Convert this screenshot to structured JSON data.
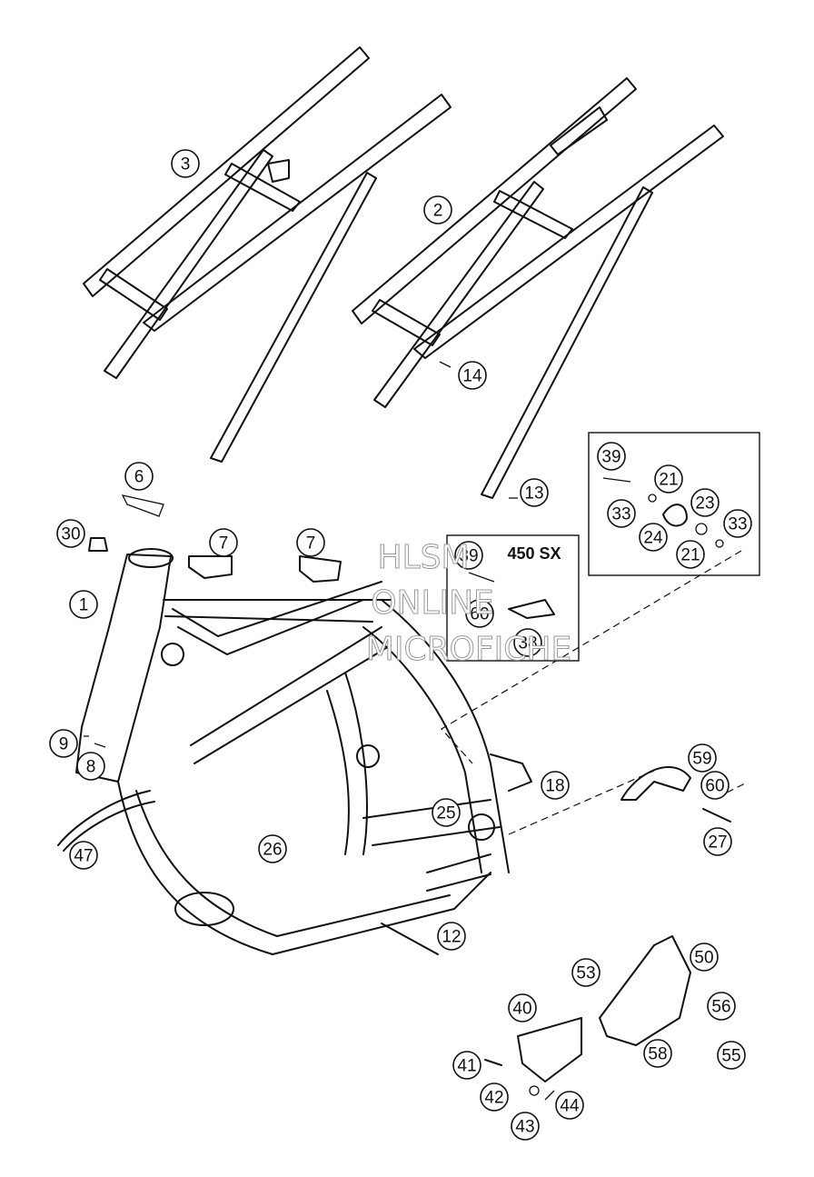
{
  "variant_label": "450 SX",
  "watermark": [
    "HLSM",
    "ONLINE",
    "MICROFICHE"
  ],
  "callouts": [
    "3",
    "2",
    "14",
    "13",
    "39",
    "21",
    "23",
    "33",
    "24",
    "21",
    "33",
    "6",
    "7",
    "7",
    "30",
    "1",
    "39",
    "60",
    "38",
    "9",
    "8",
    "18",
    "25",
    "26",
    "59",
    "60",
    "27",
    "47",
    "12",
    "50",
    "53",
    "40",
    "56",
    "58",
    "55",
    "41",
    "42",
    "44",
    "43"
  ]
}
